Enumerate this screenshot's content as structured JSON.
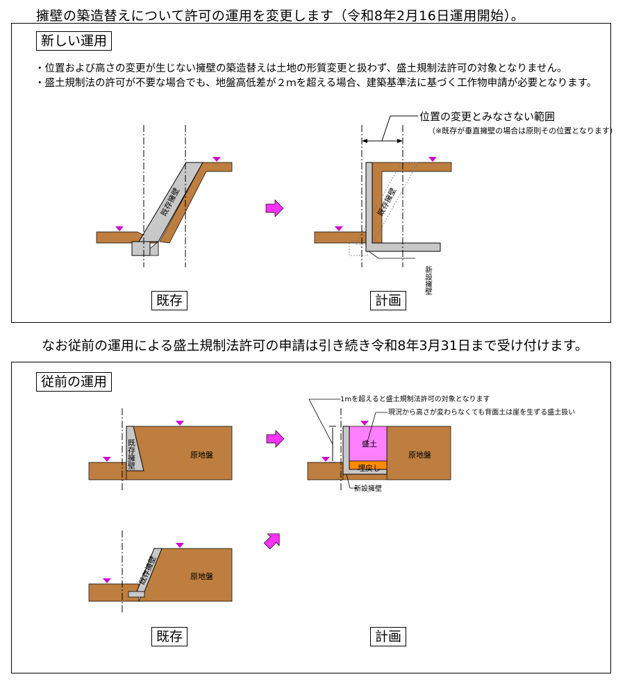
{
  "title": "擁壁の築造替えについて許可の運用を変更します（令和8年2月16日運用開始）。",
  "new_section": {
    "label": "新しい運用",
    "bullets": [
      "・位置および高さの変更が生じない擁壁の築造替えは土地の形質変更と扱わず、盛土規制法許可の対象となりません。",
      "・盛土規制法の許可が不要な場合でも、地盤高低差が２ｍを超える場合、建築基準法に基づく工作物申請が必要となります。"
    ],
    "range_label": "位置の変更とみなさない範囲",
    "range_note": "（※既存が垂直擁壁の場合は原則その位置となります）",
    "existing_wall": "既存擁壁",
    "new_wall": "新設擁壁",
    "caption_existing": "既存",
    "caption_plan": "計画"
  },
  "note": "なお従前の運用による盛土規制法許可の申請は引き続き令和8年3月31日まで受け付けます。",
  "old_section": {
    "label": "従前の運用",
    "existing_wall": "既存擁壁",
    "original_ground": "原地盤",
    "annotation_1m": "1mを超えると盛土規制法許可の対象となります",
    "annotation_fill": "現況から高さが変わらなくても背面土は崖を生ずる盛土扱い",
    "fill": "盛土",
    "backfill": "埋戻し",
    "new_wall": "新設擁壁",
    "caption_existing": "既存",
    "caption_plan": "計画"
  },
  "colors": {
    "soil": "#BD7E3F",
    "wall": "#C8C8C8",
    "fill": "#FF80FF",
    "backfill": "#FF8C00",
    "arrow": "#FF33FF",
    "marker": "#CC00CC"
  }
}
